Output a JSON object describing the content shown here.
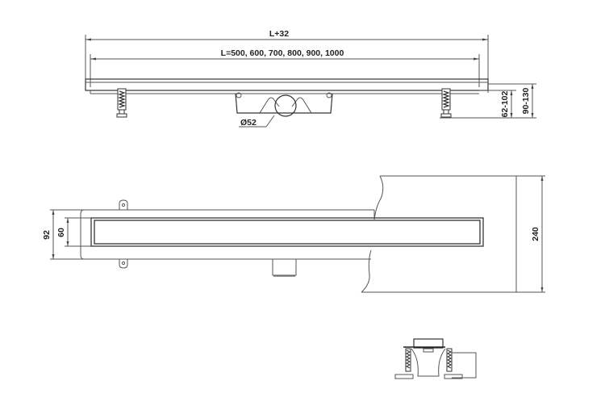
{
  "drawing": {
    "side_view": {
      "overall_length_label": "L+32",
      "length_options_label": "L=500, 600, 700, 800, 900, 1000",
      "outlet_diameter_label": "Ø52",
      "adjust_height_inner_label": "62-102",
      "adjust_height_outer_label": "90-130"
    },
    "top_view": {
      "outer_width_label": "92",
      "inner_width_label": "60",
      "wall_offset_label": "240"
    },
    "end_view": {}
  }
}
